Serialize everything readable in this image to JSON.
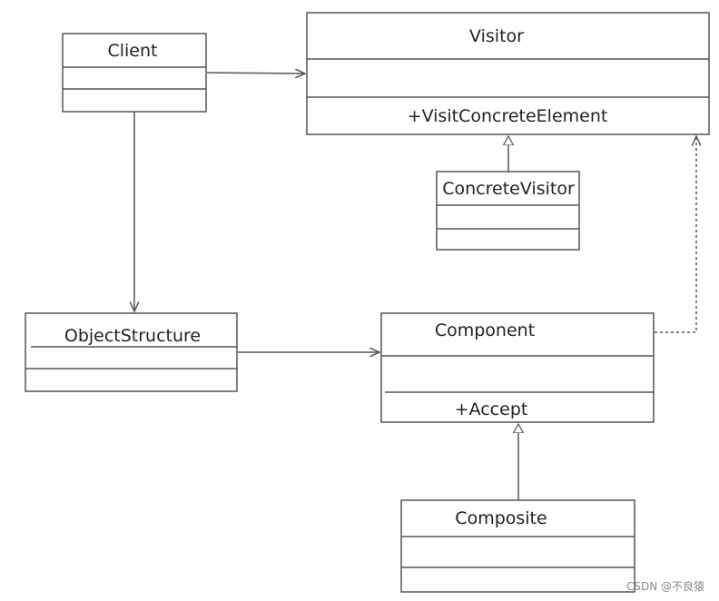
{
  "classes": {
    "client": {
      "name": "Client"
    },
    "visitor": {
      "name": "Visitor",
      "operation": "+VisitConcreteElement"
    },
    "concrete_visitor": {
      "name": "ConcreteVisitor"
    },
    "object_structure": {
      "name": "ObjectStructure"
    },
    "component": {
      "name": "Component",
      "operation": "+Accept"
    },
    "composite": {
      "name": "Composite"
    }
  },
  "watermark": "CSDN @不良猿"
}
